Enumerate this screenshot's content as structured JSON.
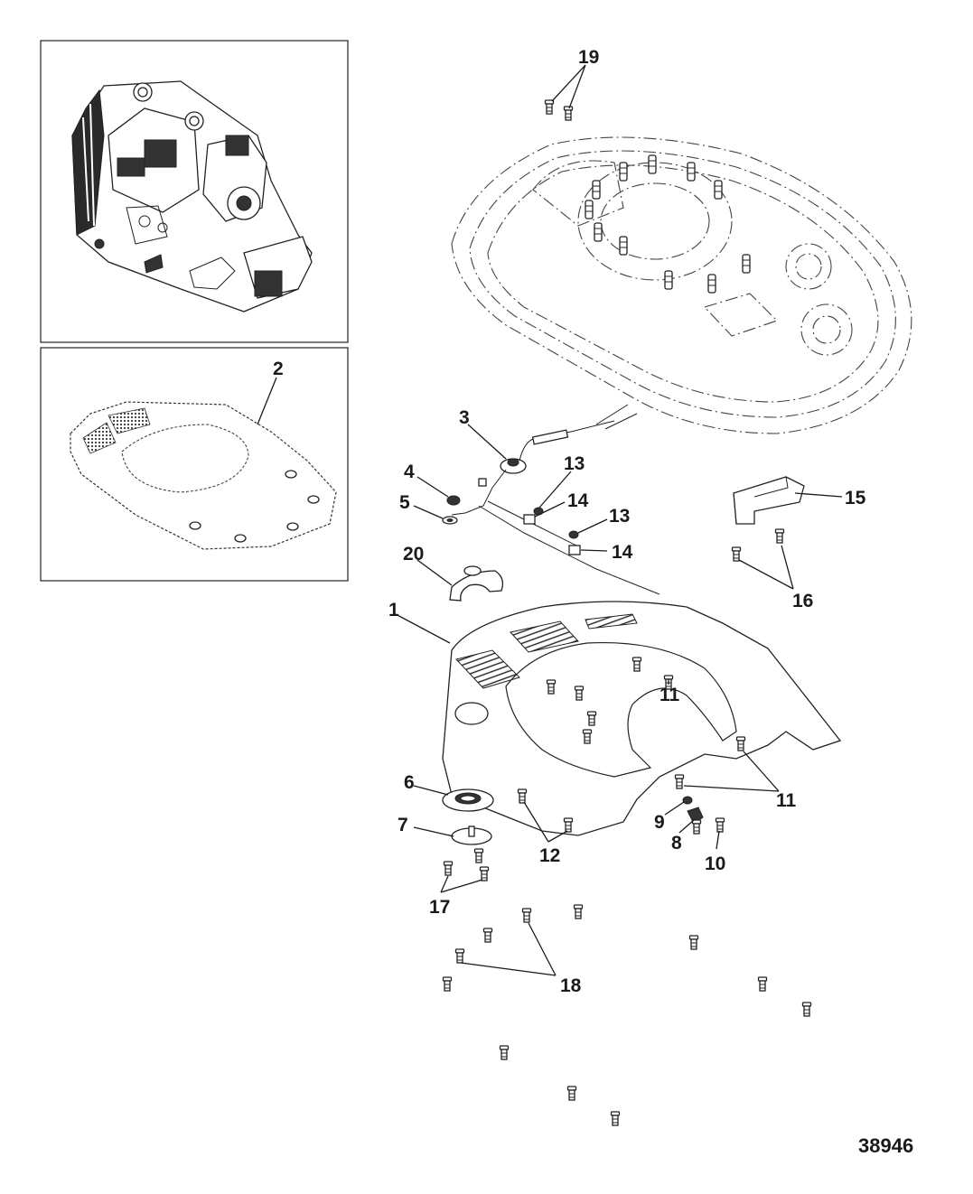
{
  "figure_id": "38946",
  "callouts": [
    {
      "id": "c1",
      "label": "1"
    },
    {
      "id": "c2",
      "label": "2"
    },
    {
      "id": "c3",
      "label": "3"
    },
    {
      "id": "c4",
      "label": "4"
    },
    {
      "id": "c5",
      "label": "5"
    },
    {
      "id": "c6",
      "label": "6"
    },
    {
      "id": "c7",
      "label": "7"
    },
    {
      "id": "c8",
      "label": "8"
    },
    {
      "id": "c9",
      "label": "9"
    },
    {
      "id": "c10",
      "label": "10"
    },
    {
      "id": "c11a",
      "label": "11"
    },
    {
      "id": "c11b",
      "label": "11"
    },
    {
      "id": "c12",
      "label": "12"
    },
    {
      "id": "c13a",
      "label": "13"
    },
    {
      "id": "c13b",
      "label": "13"
    },
    {
      "id": "c14a",
      "label": "14"
    },
    {
      "id": "c14b",
      "label": "14"
    },
    {
      "id": "c15",
      "label": "15"
    },
    {
      "id": "c16",
      "label": "16"
    },
    {
      "id": "c17",
      "label": "17"
    },
    {
      "id": "c18",
      "label": "18"
    },
    {
      "id": "c19",
      "label": "19"
    },
    {
      "id": "c20",
      "label": "20"
    }
  ]
}
